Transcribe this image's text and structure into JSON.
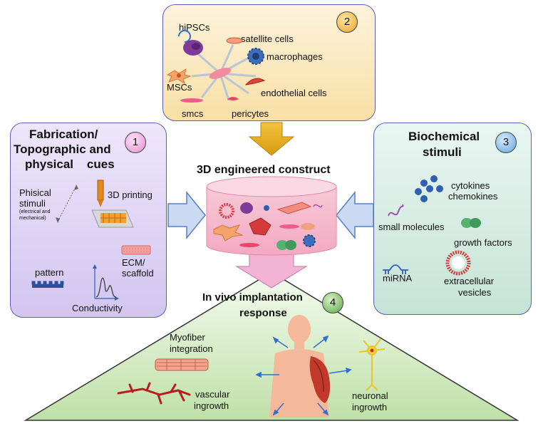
{
  "panel1": {
    "badge": "1",
    "title_lines": [
      "Fabrication/",
      "Topographic and",
      "physical    cues"
    ],
    "phisical_stimuli": [
      "Phisical",
      "stimuli"
    ],
    "phisical_note": [
      "(electrical and",
      "mechanical)"
    ],
    "printing": "3D printing",
    "ecm": [
      "ECM/",
      "scaffold"
    ],
    "pattern": "pattern",
    "conductivity": "Conductivity",
    "badge_color": "#f0a6e0"
  },
  "panel2": {
    "badge": "2",
    "cells": {
      "hipscs": "hiPSCs",
      "satellite": "satellite cells",
      "macrophages": "macrophages",
      "mscs": "MSCs",
      "endothelial": "endothelial cells",
      "smcs": "smcs",
      "pericytes": "pericytes"
    },
    "badge_color": "#f2b73a"
  },
  "panel3": {
    "badge": "3",
    "title_lines": [
      "Biochemical",
      "stimuli"
    ],
    "cytokines": [
      "cytokines",
      "chemokines"
    ],
    "small_molecules": "small molecules",
    "growth_factors": "growth factors",
    "mirna": "miRNA",
    "vesicles": [
      "extracellular",
      "vesicles"
    ],
    "badge_color": "#7ab8e8"
  },
  "center": {
    "title": "3D engineered construct"
  },
  "panel4": {
    "badge": "4",
    "title_lines": [
      "In vivo implantation",
      "response"
    ],
    "myofiber": [
      "Myofiber",
      "integration"
    ],
    "vascular": [
      "vascular",
      "ingrowth"
    ],
    "neuronal": [
      "neuronal",
      "ingrowth"
    ],
    "badge_color": "#6cbf5a"
  }
}
